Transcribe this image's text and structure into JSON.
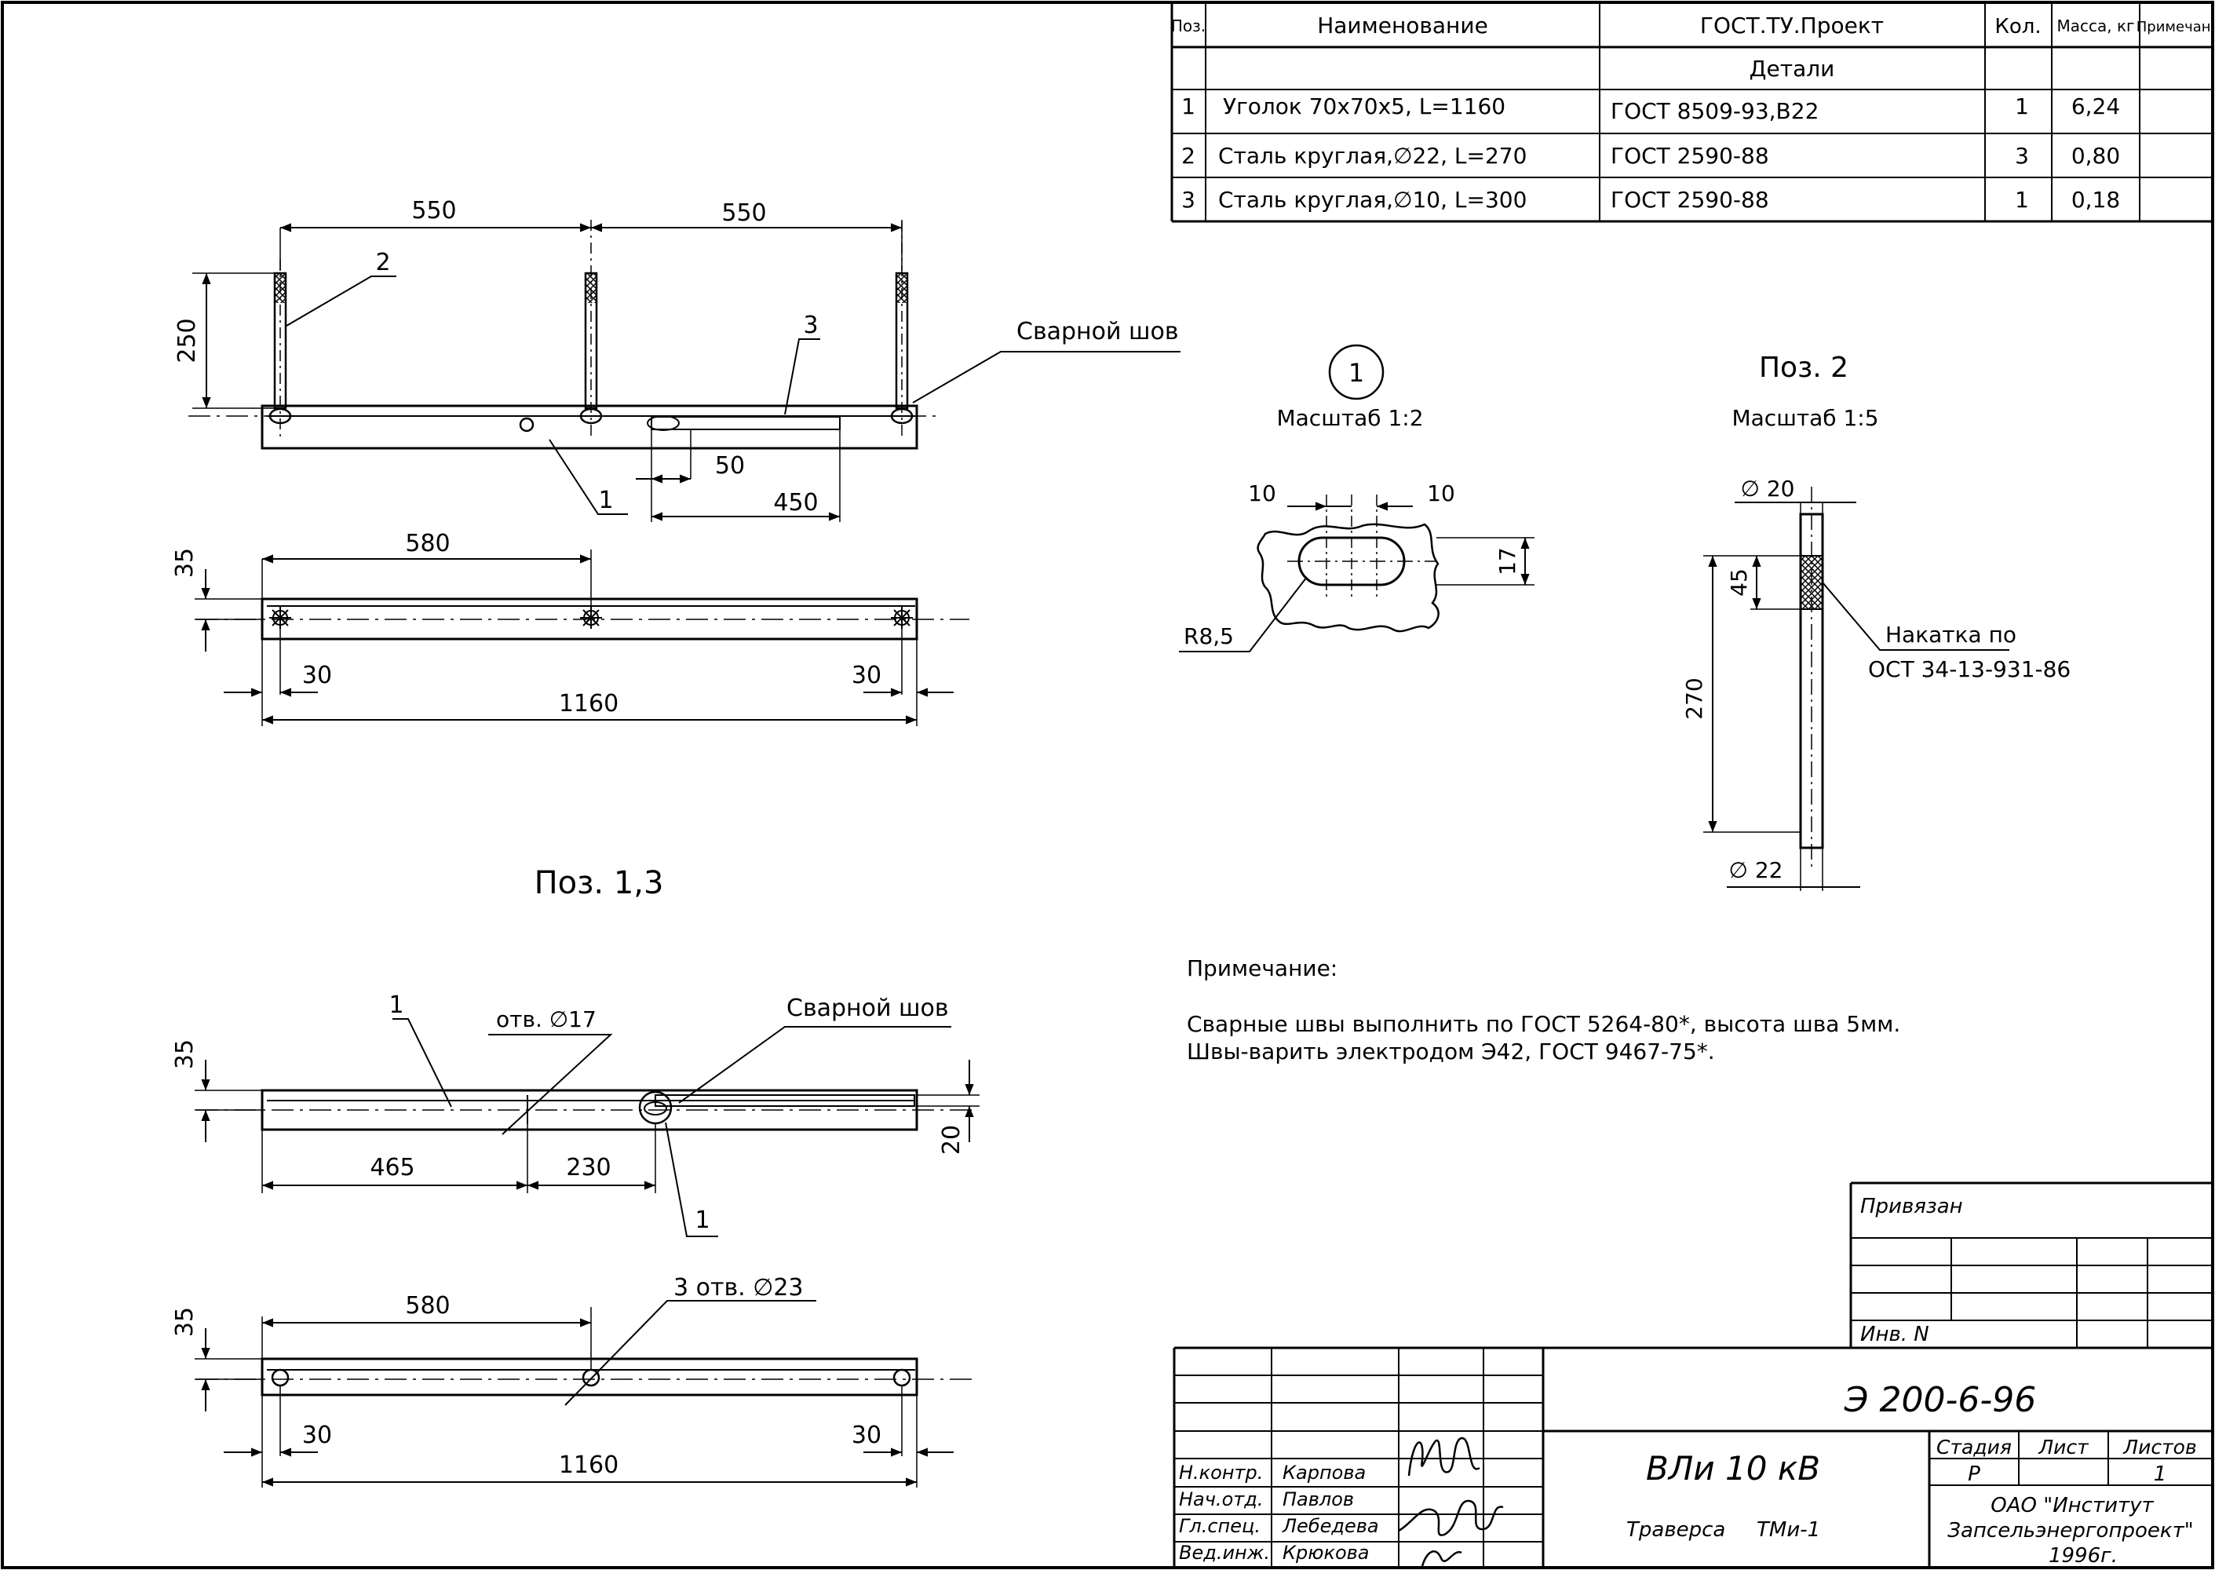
{
  "spec_table": {
    "headers": [
      "Поз.",
      "Наименование",
      "ГОСТ.ТУ.Проект",
      "Кол.",
      "Масса, кг",
      "Примечан."
    ],
    "section": "Детали",
    "rows": [
      {
        "pos": "1",
        "name": "Уголок 70х70х5, L=1160",
        "gost": "ГОСТ 8509-93,В22",
        "qty": "1",
        "mass": "6,24",
        "note": ""
      },
      {
        "pos": "2",
        "name": "Сталь круглая,∅22, L=270",
        "gost": "ГОСТ 2590-88",
        "qty": "3",
        "mass": "0,80",
        "note": ""
      },
      {
        "pos": "3",
        "name": "Сталь круглая,∅10, L=300",
        "gost": "ГОСТ 2590-88",
        "qty": "1",
        "mass": "0,18",
        "note": ""
      }
    ]
  },
  "assembly": {
    "dim_550_a": "550",
    "dim_550_b": "550",
    "dim_250": "250",
    "leader_2": "2",
    "leader_3": "3",
    "leader_1": "1",
    "weld_label": "Сварной шов",
    "dim_50": "50",
    "dim_450": "450",
    "dim_35": "35",
    "dim_580": "580",
    "dim_30_left": "30",
    "dim_30_right": "30",
    "dim_1160": "1160"
  },
  "pos13": {
    "title": "Поз. 1,3",
    "leader_1": "1",
    "hole_label": "отв. ∅17",
    "weld_label": "Сварной шов",
    "dim_35": "35",
    "dim_465": "465",
    "dim_230": "230",
    "dim_20": "20",
    "leader_1b": "1",
    "holes_label": "3 отв. ∅23",
    "dim_580": "580",
    "dim_35b": "35",
    "dim_30_left": "30",
    "dim_30_right": "30",
    "dim_1160": "1160"
  },
  "detail1": {
    "marker": "1",
    "scale": "Масштаб 1:2",
    "dim_10_left": "10",
    "dim_10_right": "10",
    "dim_17": "17",
    "radius": "R8,5"
  },
  "pos2": {
    "title": "Поз. 2",
    "scale": "Масштаб 1:5",
    "dia_20": "∅ 20",
    "dim_45": "45",
    "dim_270": "270",
    "dia_22": "∅ 22",
    "knurl_label_1": "Накатка по",
    "knurl_label_2": "ОСТ 34-13-931-86"
  },
  "note": {
    "title": "Примечание:",
    "line1": "Сварные швы выполнить по ГОСТ 5264-80*, высота шва 5мм.",
    "line2": "Швы-варить электродом Э42, ГОСТ 9467-75*."
  },
  "stamp": {
    "privyazan": "Привязан",
    "inv": "Инв. N",
    "code": "Э 200-6-96",
    "title": "ВЛи 10 кВ",
    "subtitle_1": "Траверса",
    "subtitle_2": "ТМи-1",
    "stage_h": "Стадия",
    "sheet_h": "Лист",
    "sheets_h": "Листов",
    "stage": "Р",
    "sheet": "",
    "sheets": "1",
    "org_1": "ОАО \"Институт",
    "org_2": "Запсельэнергопроект\"",
    "year": "1996г.",
    "staff": [
      {
        "role": "Н.контр.",
        "name": "Карпова"
      },
      {
        "role": "Нач.отд.",
        "name": "Павлов"
      },
      {
        "role": "Гл.спец.",
        "name": "Лебедева"
      },
      {
        "role": "Вед.инж.",
        "name": "Крюкова"
      }
    ]
  }
}
